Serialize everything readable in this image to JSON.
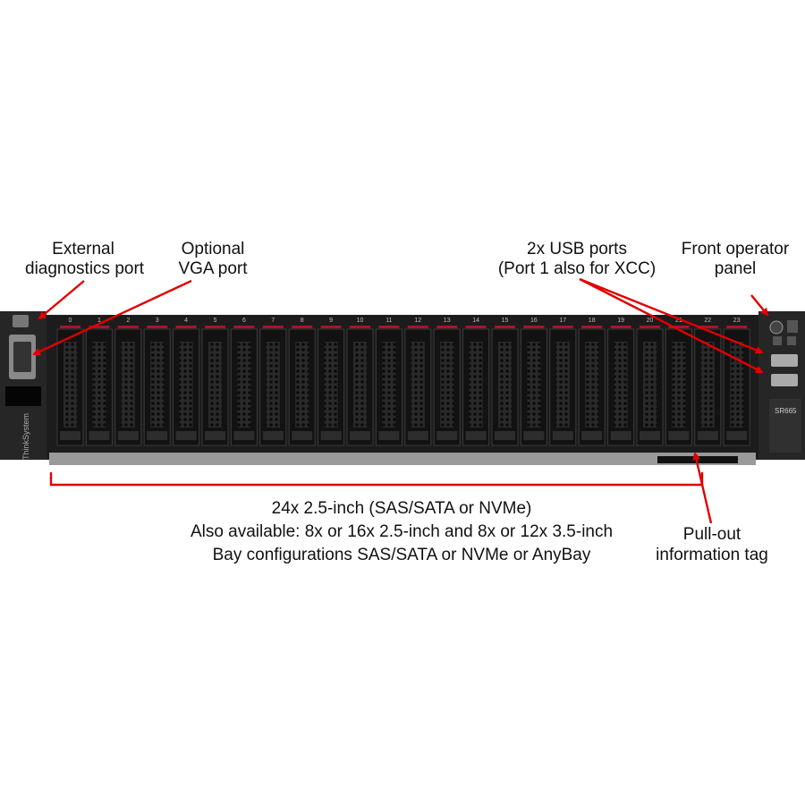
{
  "labels": {
    "external_diagnostics": [
      "External",
      "diagnostics port"
    ],
    "optional_vga": [
      "Optional",
      "VGA port"
    ],
    "usb_ports": [
      "2x USB ports",
      "(Port 1 also for XCC)"
    ],
    "front_operator_panel": [
      "Front operator",
      "panel"
    ],
    "bays": [
      "24x 2.5-inch (SAS/SATA or NVMe)",
      "Also available: 8x or 16x 2.5-inch and 8x or 12x 3.5-inch",
      "Bay configurations SAS/SATA or NVMe or AnyBay"
    ],
    "info_tag": [
      "Pull-out",
      "information tag"
    ]
  },
  "server": {
    "brand": "ThinkSystem",
    "model": "SR665",
    "bay_numbers": [
      "0",
      "1",
      "2",
      "3",
      "4",
      "5",
      "6",
      "7",
      "8",
      "9",
      "10",
      "11",
      "12",
      "13",
      "14",
      "15",
      "16",
      "17",
      "18",
      "19",
      "20",
      "21",
      "22",
      "23"
    ]
  },
  "colors": {
    "annotation_red": "#e00000",
    "chassis": "#1c1c1c",
    "bay_accent": "#b0102a"
  }
}
